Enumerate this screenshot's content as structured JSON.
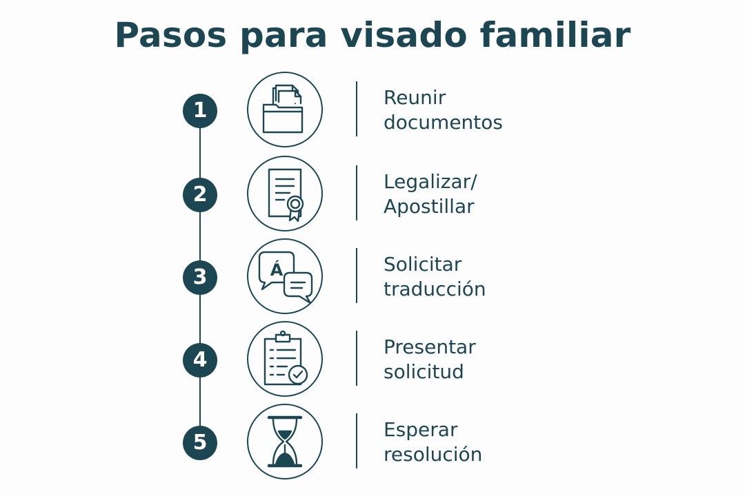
{
  "title": "Pasos para visado familiar",
  "colors": {
    "primary": "#1c4652",
    "background": "#fdfdfd"
  },
  "steps": [
    {
      "number": "1",
      "icon": "folder-documents-icon",
      "line1": "Reunir",
      "line2": "documentos"
    },
    {
      "number": "2",
      "icon": "certificate-seal-icon",
      "line1": "Legalizar/",
      "line2": "Apostillar"
    },
    {
      "number": "3",
      "icon": "translation-bubbles-icon",
      "icon_letter": "Á",
      "line1": "Solicitar",
      "line2": "traducción"
    },
    {
      "number": "4",
      "icon": "clipboard-check-icon",
      "line1": "Presentar",
      "line2": "solicitud"
    },
    {
      "number": "5",
      "icon": "hourglass-icon",
      "line1": "Esperar",
      "line2": "resolución"
    }
  ]
}
